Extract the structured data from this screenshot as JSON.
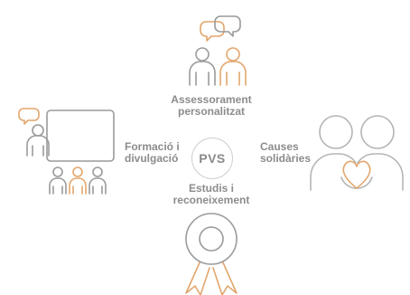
{
  "center": {
    "label": "PVS"
  },
  "nodes": {
    "top": {
      "line1": "Assessorament",
      "line2": "personalitzat"
    },
    "left": {
      "line1": "Formació i",
      "line2": "divulgació"
    },
    "right": {
      "line1": "Causes",
      "line2": "solidàries"
    },
    "bottom": {
      "line1": "Estudis i",
      "line2": "reconeixement"
    }
  },
  "colors": {
    "gray": "#9a9a9a",
    "orange": "#e2a66c",
    "text": "#8c8c8c"
  },
  "icons": [
    "consulting-people-icon",
    "teacher-audience-icon",
    "embrace-heart-icon",
    "award-rosette-icon"
  ]
}
